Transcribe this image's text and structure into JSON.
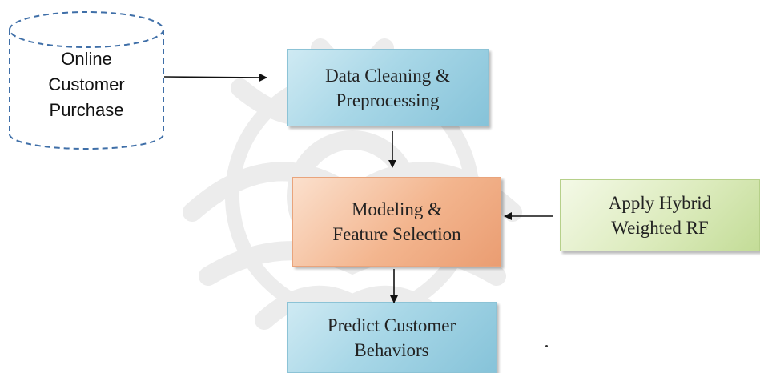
{
  "diagram": {
    "source": {
      "line1": "Online",
      "line2": "Customer",
      "line3": "Purchase"
    },
    "step_cleaning": {
      "line1": "Data Cleaning &",
      "line2": "Preprocessing"
    },
    "step_modeling": {
      "line1": "Modeling &",
      "line2": "Feature Selection"
    },
    "step_hybrid": {
      "line1": "Apply Hybrid",
      "line2": "Weighted RF"
    },
    "step_predict": {
      "line1": "Predict Customer",
      "line2": "Behaviors"
    }
  },
  "colors": {
    "blue_box": "#a8d7e7",
    "orange_box": "#f3b58e",
    "green_box": "#dcebbd",
    "cylinder_border": "#3f6fa8",
    "arrow": "#111111"
  }
}
